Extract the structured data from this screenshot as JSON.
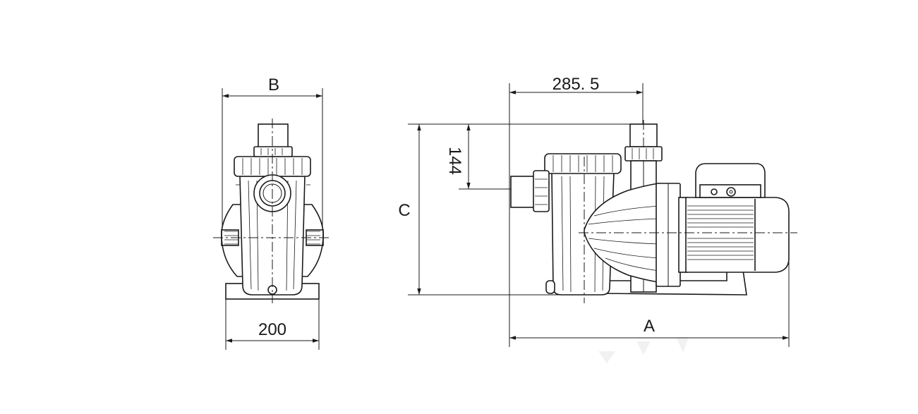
{
  "dimensions": {
    "b": "B",
    "width_200": "200",
    "a": "A",
    "c": "C",
    "d285": "285. 5",
    "d144": "144"
  },
  "colors": {
    "line": "#1a1a1a",
    "background": "#ffffff"
  }
}
